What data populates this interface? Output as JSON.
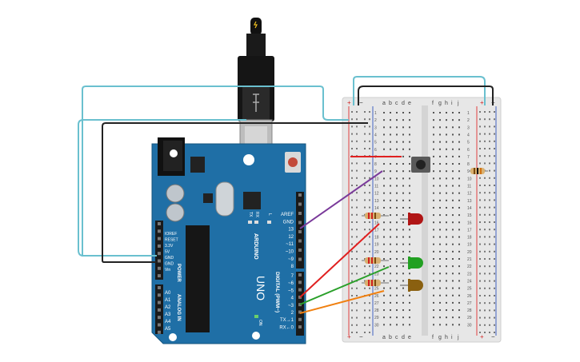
{
  "arduino": {
    "brand": "ARDUINO",
    "model": "UNO",
    "on_label": "ON",
    "l_label": "L",
    "tx_label": "TX",
    "rx_label": "RX",
    "power_label": "POWER",
    "analog_label": "ANALOG IN",
    "digital_label": "DIGITAL (PWM~)",
    "power_pins": [
      "IOREF",
      "RESET",
      "3.3V",
      "5V",
      "GND",
      "GND",
      "Vin"
    ],
    "analog_pins": [
      "A0",
      "A1",
      "A2",
      "A3",
      "A4",
      "A5"
    ],
    "digital_top_pins": [
      "AREF",
      "GND",
      "13",
      "12",
      "~11",
      "~10",
      "~9",
      "8"
    ],
    "digital_bottom_pins": [
      "7",
      "~6",
      "~5",
      "4",
      "~3",
      "2",
      "TX→1",
      "RX←0"
    ]
  },
  "breadboard": {
    "left_columns": [
      "a",
      "b",
      "c",
      "d",
      "e"
    ],
    "right_columns": [
      "f",
      "g",
      "h",
      "i",
      "j"
    ],
    "row_count": 30,
    "rail_plus": "+",
    "rail_minus": "−"
  },
  "wire_colors": {
    "usb_cable": "#6ac0cf",
    "ground": "#222222",
    "pin13": "#7a3a9a",
    "pin5": "#e02020",
    "pin3": "#2aa02a",
    "pin2": "#f08010"
  },
  "led_colors": {
    "red": "#b01515",
    "green": "#22a022",
    "yellow": "#8a6010"
  }
}
